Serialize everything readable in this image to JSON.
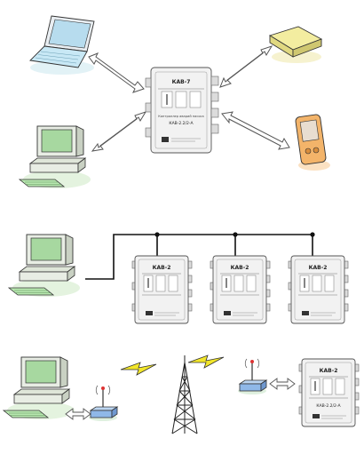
{
  "diagram": {
    "scenario_direct": {
      "device": {
        "title": "КАВ-7",
        "caption": "Контроллер аварий насоса",
        "model": "КАВ-2.2/2-А"
      },
      "peripherals": [
        "laptop-icon",
        "desktop-computer-icon",
        "router-box-icon",
        "pda-icon"
      ]
    },
    "scenario_bus": {
      "device": {
        "title": "КАВ-2"
      },
      "device_count": 3
    },
    "scenario_radio": {
      "device": {
        "title": "КАВ-2",
        "model": "КАВ-2.2/2-А"
      }
    },
    "colors": {
      "arrow_fill": "#ffffff",
      "arrow_stroke": "#555555",
      "device_body": "#f2f2f2",
      "monitor_body": "#e8ede4",
      "screen_green": "#a7d8a0",
      "keyboard_green": "#b8e8b0",
      "laptop_screen": "#b7dcee",
      "box_yellow": "#f3eda0",
      "pda_orange": "#f3b46a",
      "modem_blue": "#8fb8e8",
      "lightning_yellow": "#f2e62a",
      "bus_line": "#111111"
    }
  }
}
